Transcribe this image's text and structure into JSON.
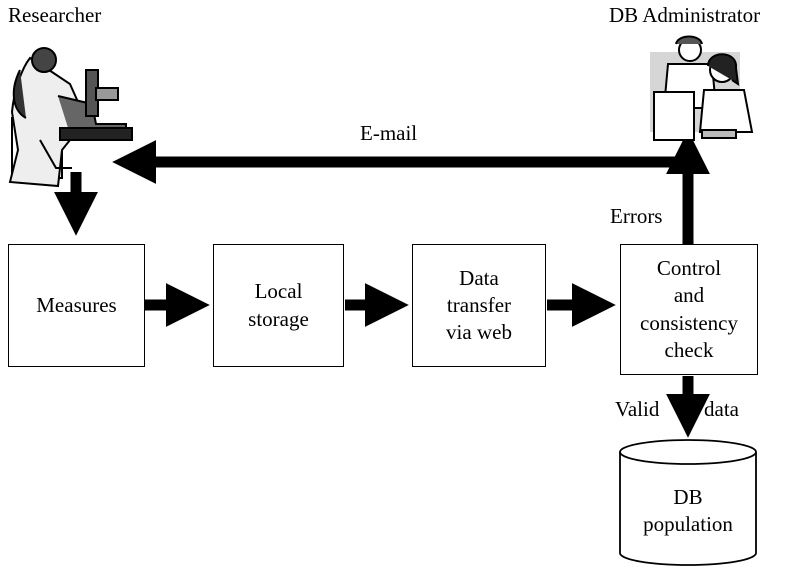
{
  "actors": {
    "researcher": {
      "label": "Researcher",
      "icon": "researcher-microscope-icon"
    },
    "admin": {
      "label": "DB Administrator",
      "icon": "db-administrator-computer-icon"
    }
  },
  "steps": [
    {
      "id": "measures",
      "lines": [
        "Measures"
      ]
    },
    {
      "id": "local-storage",
      "lines": [
        "Local",
        "storage"
      ]
    },
    {
      "id": "data-transfer",
      "lines": [
        "Data",
        "transfer",
        "via web"
      ]
    },
    {
      "id": "control-check",
      "lines": [
        "Control",
        "and",
        "consistency",
        "check"
      ]
    }
  ],
  "database": {
    "lines": [
      "DB",
      "population"
    ]
  },
  "edge_labels": {
    "email": "E-mail",
    "errors": "Errors",
    "valid": "Valid",
    "data": "data"
  }
}
